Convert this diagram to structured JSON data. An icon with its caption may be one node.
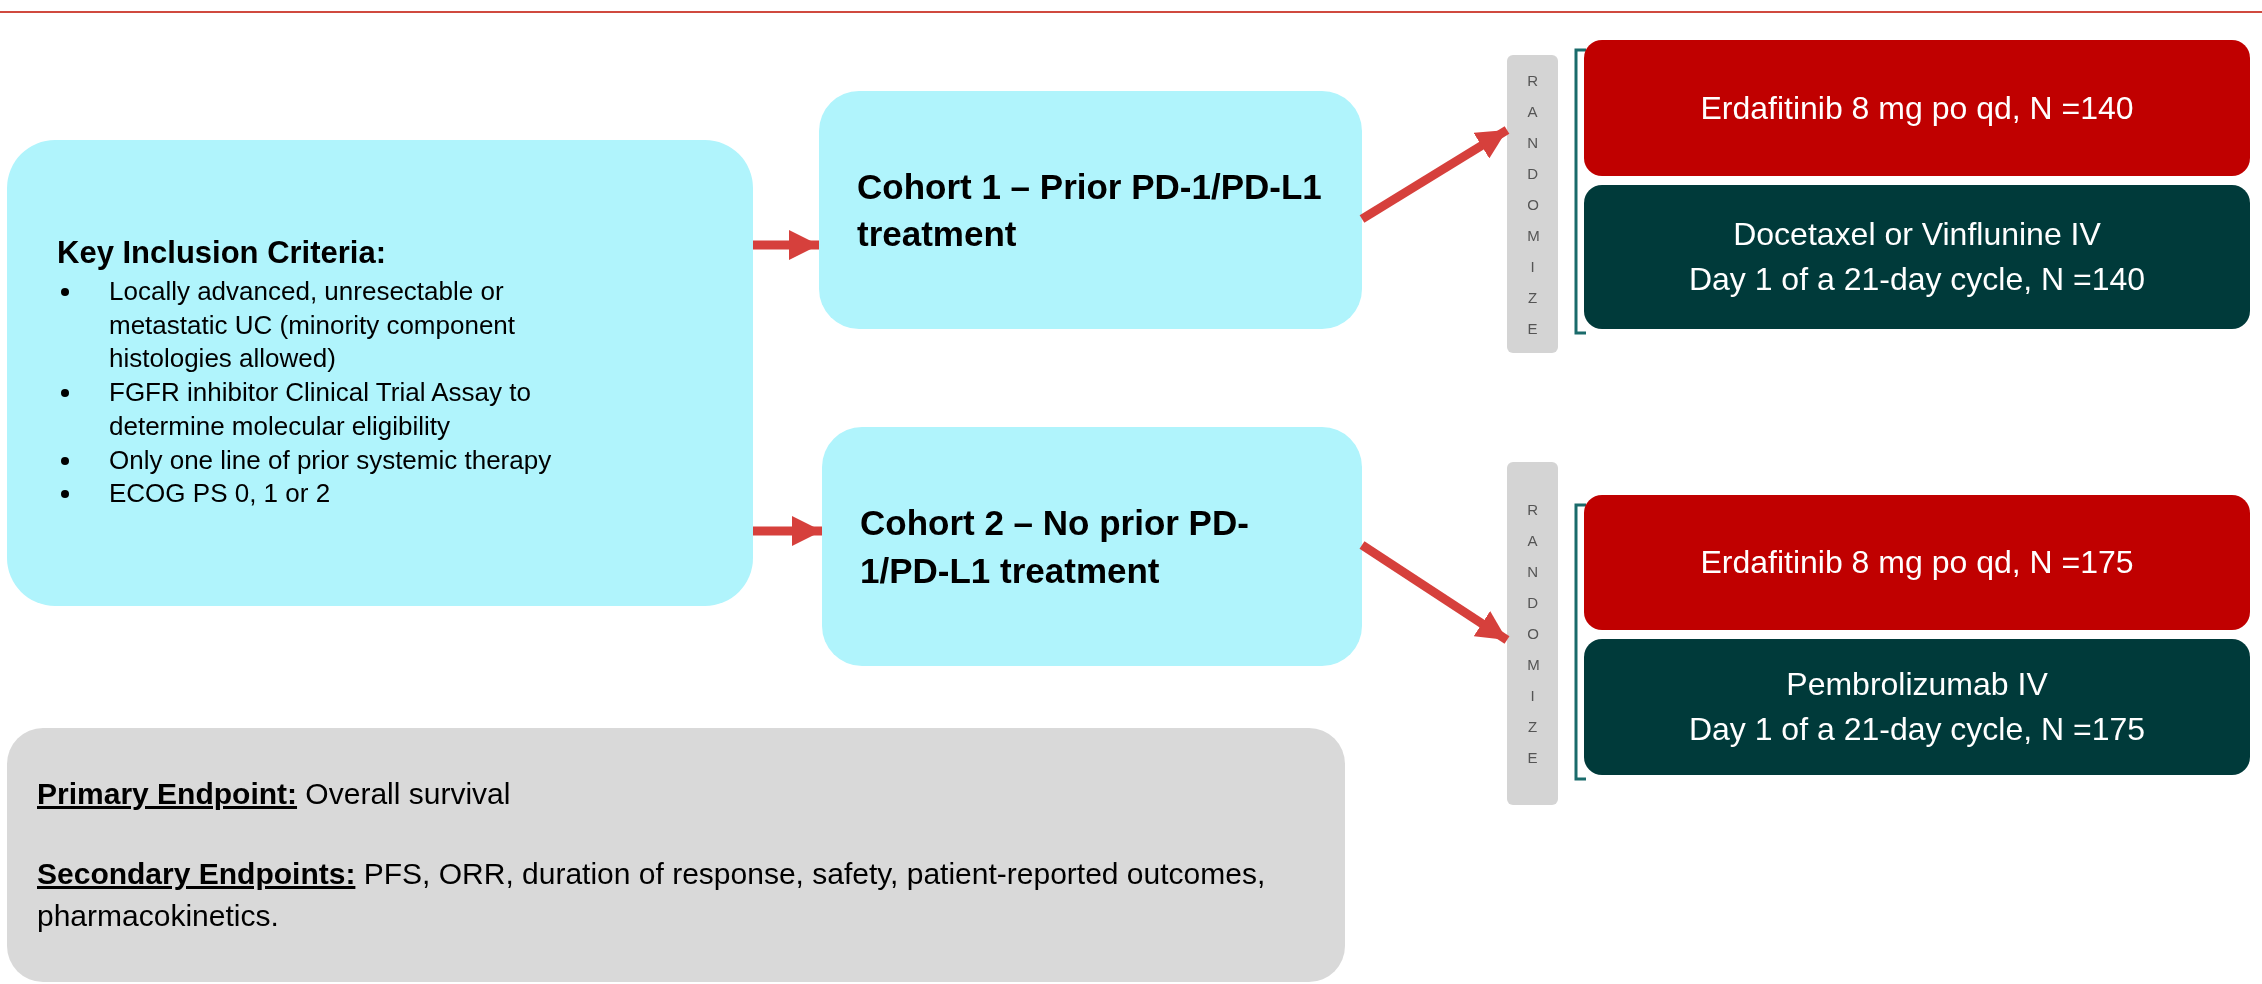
{
  "diagram": {
    "nodes": [
      {
        "text": [
          "Key Inclusion Criteria:",
          "Locally advanced, unresectable or metastatic UC (minority component histologies allowed)",
          "FGFR inhibitor Clinical Trial Assay to determine molecular eligibility",
          "Only one line of prior systemic therapy",
          "ECOG PS 0, 1 or 2"
        ]
      },
      {
        "text": [
          "Cohort 1 – Prior PD-1/PD-L1 treatment"
        ]
      },
      {
        "text": [
          "Cohort 2 – No prior PD-1/PD-L1 treatment"
        ]
      },
      {
        "text": [
          "RANDOMIZE"
        ]
      },
      {
        "text": [
          "Erdafitinib 8 mg po qd, N =140"
        ]
      },
      {
        "text": [
          "Docetaxel or Vinflunine IV",
          "Day 1 of a 21-day cycle, N =140"
        ]
      },
      {
        "text": [
          "RANDOMIZE"
        ]
      },
      {
        "text": [
          "Erdafitinib 8 mg po qd, N =175"
        ]
      },
      {
        "text": [
          "Pembrolizumab IV",
          "Day 1 of a 21-day cycle, N =175"
        ]
      },
      {
        "text": [
          "**Primary Endpoint:** Overall survival",
          "**Secondary Endpoints:** PFS, ORR, duration of response, safety, patient-reported outcomes, pharmacokinetics."
        ]
      }
    ],
    "edges": [
      {
        "from": 0,
        "to": 1,
        "arrow": "to"
      },
      {
        "from": 0,
        "to": 2,
        "arrow": "to"
      },
      {
        "from": 1,
        "to": 3,
        "arrow": "to"
      },
      {
        "from": 2,
        "to": 6,
        "arrow": "to"
      }
    ]
  }
}
